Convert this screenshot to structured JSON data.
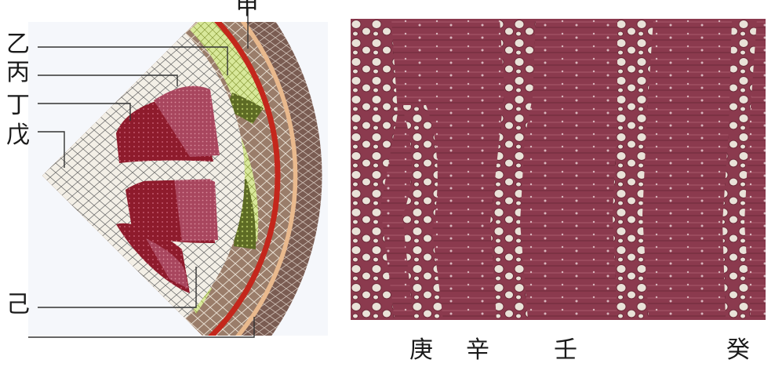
{
  "figure": {
    "left_labels": {
      "jia": "甲",
      "yi": "乙",
      "bing": "丙",
      "ding": "丁",
      "wu": "戊",
      "ji": "己"
    },
    "bottom_labels": {
      "geng": "庚",
      "xin": "辛",
      "ren": "壬",
      "gui": "癸"
    }
  },
  "colors": {
    "pith": "#f3efe6",
    "xylem_dark": "#8e1b2c",
    "xylem_light": "#a8465e",
    "cambium": "#c4271c",
    "phloem_green": "#d8e89a",
    "phloem_dark": "#5d6b24",
    "cortex": "#9a7d6a",
    "epidermis": "#e9b98d",
    "bark": "#7a5c52",
    "wood": "#8b3a4e",
    "vessel": "#e9e2d8"
  }
}
